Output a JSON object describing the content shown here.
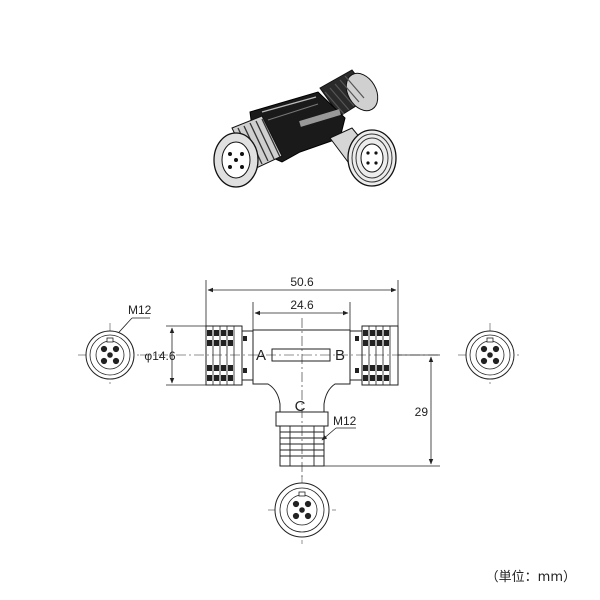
{
  "dimensions": {
    "overall_width": "50.6",
    "body_width": "24.6",
    "diameter": "φ14.6",
    "height": "29",
    "thread_left": "M12",
    "thread_bottom": "M12"
  },
  "ports": {
    "a": "A",
    "b": "B",
    "c": "C"
  },
  "unit_label": "（単位：mm）",
  "colors": {
    "line": "#222222",
    "body_dark": "#1a1a1a",
    "body_light": "#e8e8e8"
  }
}
